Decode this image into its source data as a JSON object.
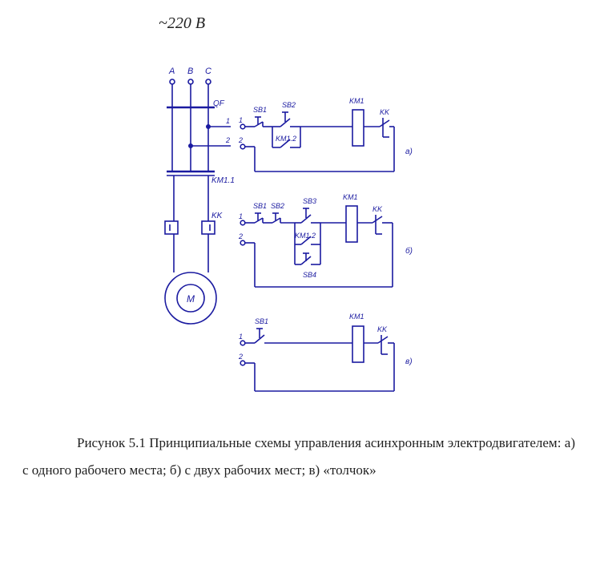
{
  "header": {
    "voltage": "~220 B"
  },
  "power": {
    "phases": [
      "A",
      "B",
      "C"
    ],
    "breaker": "QF",
    "contactor": "KM1.1",
    "overload": "KK",
    "motor": "M",
    "taps": [
      "1",
      "2"
    ]
  },
  "circuit_a": {
    "sb1": "SB1",
    "sb2": "SB2",
    "hold": "KM1.2",
    "coil": "KM1",
    "kk": "KK",
    "t1": "1",
    "t2": "2",
    "tag": "а)"
  },
  "circuit_b": {
    "sb1": "SB1",
    "sb2": "SB2",
    "sb3": "SB3",
    "sb4": "SB4",
    "hold": "KM1.2",
    "coil": "KM1",
    "kk": "KK",
    "t1": "1",
    "t2": "2",
    "tag": "б)"
  },
  "circuit_c": {
    "sb1": "SB1",
    "coil": "KM1",
    "kk": "KK",
    "t1": "1",
    "t2": "2",
    "tag": "в)"
  },
  "caption": {
    "text": "Рисунок 5.1 Принципиальные схемы управления асинхронным электродвигателем: а) с одного рабочего места; б) с двух рабочих мест; в) «толчок»"
  }
}
